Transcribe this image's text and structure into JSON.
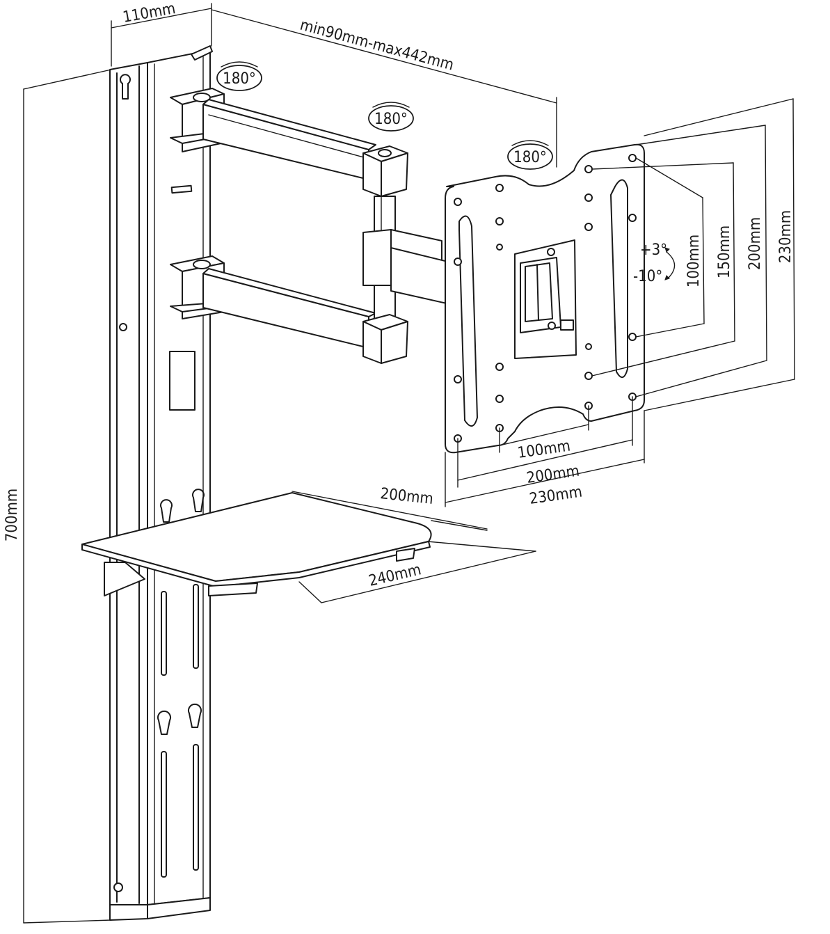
{
  "dimensions": {
    "wall_offset": "110mm",
    "arm_extension": "min90mm-max442mm",
    "height": "700mm",
    "shelf_depth": "200mm",
    "shelf_width": "240mm",
    "vesa_h_100": "100mm",
    "vesa_h_200": "200mm",
    "vesa_h_230": "230mm",
    "vesa_v_100": "100mm",
    "vesa_v_150": "150mm",
    "vesa_v_200": "200mm",
    "vesa_v_230": "230mm"
  },
  "rotation": {
    "wall_swivel": "180°",
    "arm_swivel": "180°",
    "head_swivel": "180°"
  },
  "tilt": {
    "up": "+3°",
    "down": "-10°"
  }
}
